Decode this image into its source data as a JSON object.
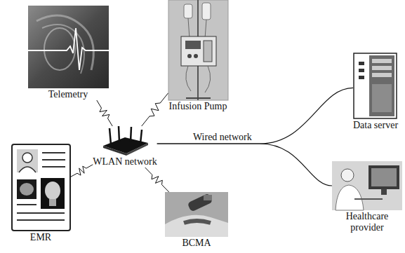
{
  "diagram": {
    "nodes": [
      {
        "text": [
          "Telemetry"
        ]
      },
      {
        "text": [
          "Infusion Pump"
        ]
      },
      {
        "text": [
          "Data server"
        ]
      },
      {
        "text": [
          "WLAN network"
        ]
      },
      {
        "text": [
          "EMR"
        ]
      },
      {
        "text": [
          "BCMA"
        ]
      },
      {
        "text": [
          "Healthcare provider"
        ]
      }
    ],
    "edges": [
      {
        "from": 0,
        "to": 3,
        "arrow": "none"
      },
      {
        "from": 1,
        "to": 3,
        "arrow": "none"
      },
      {
        "from": 4,
        "to": 3,
        "arrow": "none"
      },
      {
        "from": 5,
        "to": 3,
        "arrow": "none"
      },
      {
        "from": 3,
        "to": 2,
        "label": "Wired network",
        "arrow": "none"
      },
      {
        "from": 3,
        "to": 6,
        "arrow": "none"
      }
    ]
  }
}
